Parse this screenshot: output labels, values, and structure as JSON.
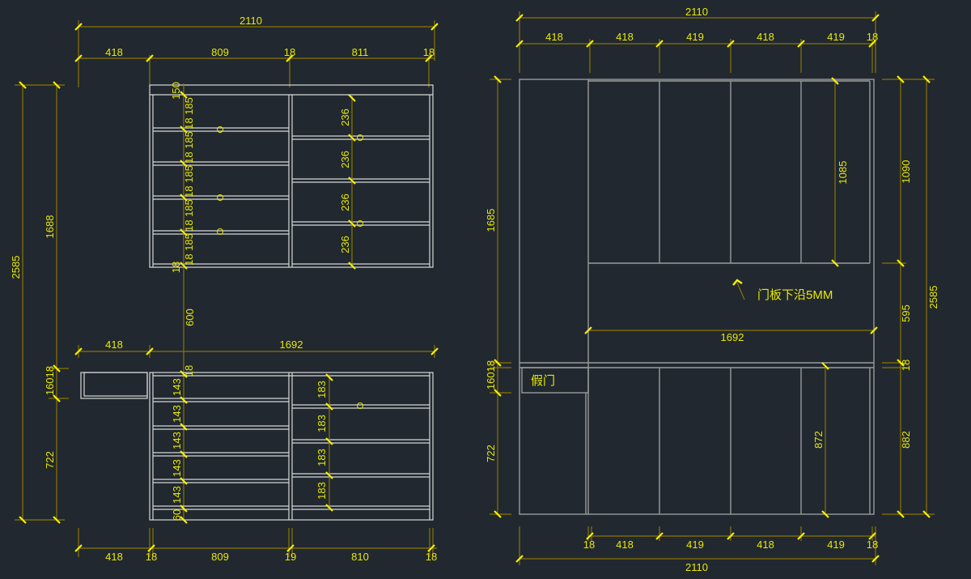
{
  "colors": {
    "background": "#212830",
    "dimension_line": "#8c7400",
    "dimension_text": "#e8e800",
    "cabinet_line": "#d8d8d8"
  },
  "left_drawing": {
    "top_total": "2110",
    "top_segments": [
      "418",
      "809",
      "18",
      "811",
      "18"
    ],
    "left_dims": {
      "overall": "2585",
      "upper": "1688",
      "gap": "600",
      "band": "16018",
      "lower": "722"
    },
    "upper_left_column": [
      "150",
      "18 185",
      "18 185",
      "18 185",
      "18 185",
      "18 185",
      "18"
    ],
    "upper_right_column": [
      "236",
      "236",
      "236",
      "236"
    ],
    "middle_segments": [
      "418",
      "1692"
    ],
    "lower_left_column": [
      "18",
      "143",
      "143",
      "143",
      "143",
      "143",
      "60"
    ],
    "lower_right_column": [
      "183",
      "183",
      "183",
      "183"
    ],
    "bottom_segments": [
      "418",
      "18",
      "809",
      "19",
      "810",
      "18"
    ]
  },
  "right_drawing": {
    "top_total": "2110",
    "top_segments": [
      "418",
      "418",
      "419",
      "418",
      "419",
      "18"
    ],
    "left_dims": {
      "upper": "1685",
      "band": "16018",
      "lower": "722"
    },
    "right_dims": {
      "upper": "1090",
      "gap": "595",
      "band": "18",
      "lower": "882",
      "overall": "2585"
    },
    "inner_dims": {
      "upper_door": "1085",
      "lower_door": "872",
      "width": "1692"
    },
    "annotation": "门板下沿5MM",
    "fake_door_label": "假门",
    "bottom_segments": [
      "18",
      "418",
      "419",
      "418",
      "419",
      "18"
    ],
    "bottom_total": "2110"
  }
}
